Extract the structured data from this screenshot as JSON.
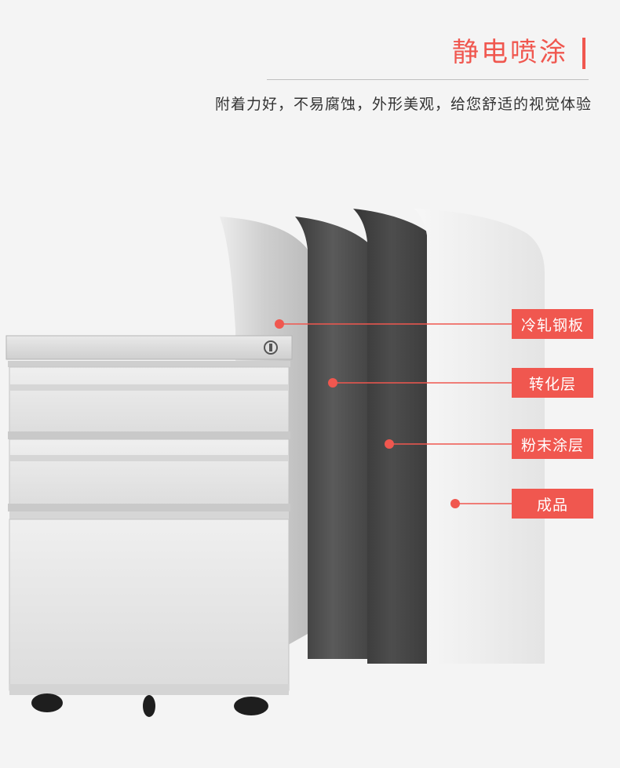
{
  "header": {
    "title": "静电喷涂",
    "subtitle": "附着力好，不易腐蚀，外形美观，给您舒适的视觉体验"
  },
  "layers": [
    {
      "label": "冷轧钢板"
    },
    {
      "label": "转化层"
    },
    {
      "label": "粉末涂层"
    },
    {
      "label": "成品"
    }
  ],
  "colors": {
    "accent": "#f0574f",
    "background": "#f4f4f4",
    "steel": "#d9d9d9",
    "conversion": "#4a4a4a",
    "coating": "#3f3f3f",
    "finish": "#f2f2f2"
  }
}
